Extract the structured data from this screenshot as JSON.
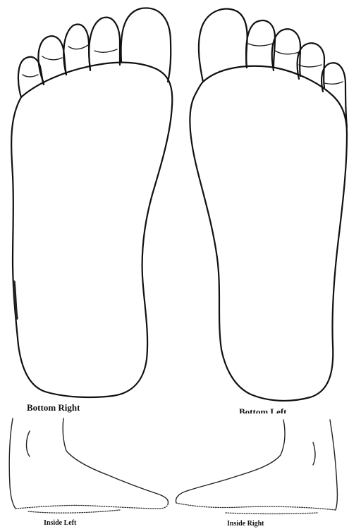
{
  "labels": {
    "bottom_right": "Bottom Right",
    "bottom_left": "Bottom Left",
    "inside_left": "Inside Left",
    "inside_right": "Inside Right"
  },
  "colors": {
    "line": "#111111",
    "background": "#ffffff"
  }
}
